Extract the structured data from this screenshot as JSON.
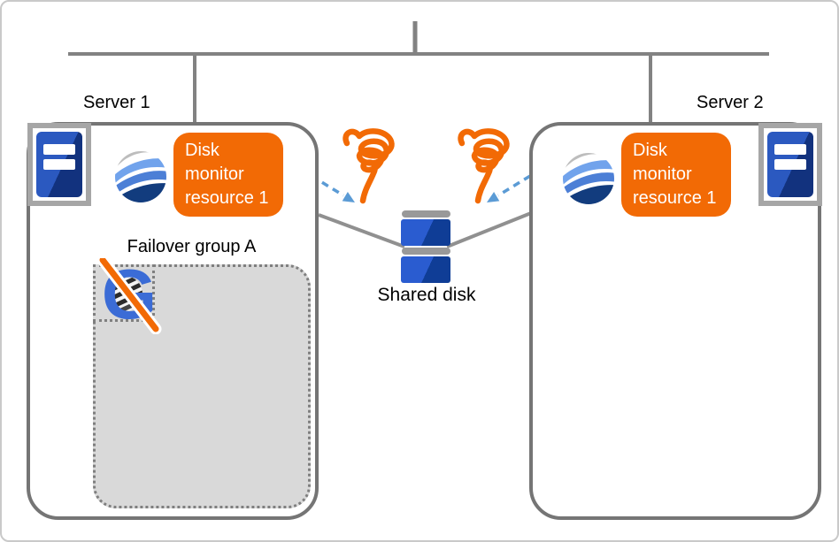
{
  "colors": {
    "orange": "#F26A05",
    "line-gray": "#828282",
    "box-border": "#757575",
    "arrow-blue": "#5B9BD5",
    "disk-blue-light": "#2A5CD0",
    "disk-blue-dark": "#0F3D96",
    "cap-gray": "#999999",
    "group-fill": "#D9D9D9",
    "dotted-border": "#7F7F7F",
    "frame-gray": "#A6A6A6",
    "tower-blue-light": "#2B59C0",
    "tower-blue-dark": "#12327E",
    "g-blue": "#3B6CD6",
    "logo-gray": "#BDBDBD",
    "logo-blue-light": "#71A3EC",
    "logo-blue-mid": "#4C7FD6",
    "logo-blue-dark": "#123C7E",
    "canvas-border": "#C9C9C9"
  },
  "server1": {
    "title": "Server 1",
    "monitor": {
      "lines": [
        "Disk",
        "monitor",
        "resource 1"
      ]
    },
    "failover_group": {
      "label": "Failover group A"
    }
  },
  "server2": {
    "title": "Server 2",
    "monitor": {
      "lines": [
        "Disk",
        "monitor",
        "resource 1"
      ]
    }
  },
  "shared_disk": {
    "label": "Shared disk"
  },
  "icons": {
    "server_tower": "server-tower-icon",
    "cluster_logo": "wave-globe-icon",
    "tornado": "tornado-icon",
    "disk_stack": "disk-stack-icon",
    "stopped_group_resource": "group-resource-stopped-icon",
    "group_letter": "G"
  }
}
